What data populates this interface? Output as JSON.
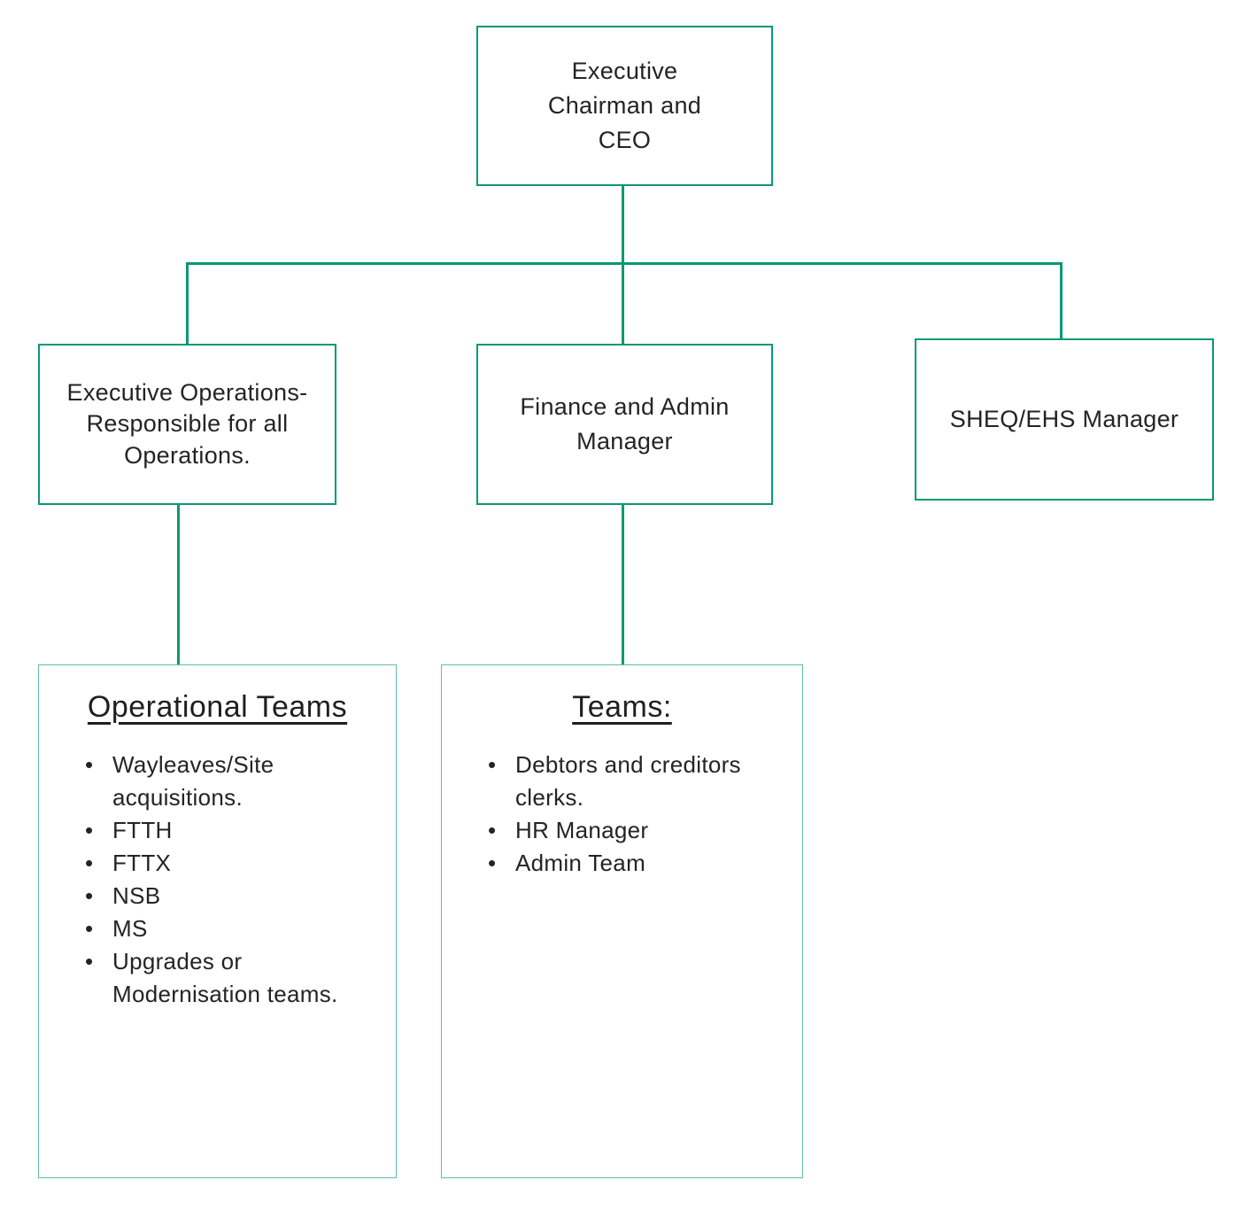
{
  "colors": {
    "connector": "#089974",
    "node_border": "#089974",
    "leaf_border": "#5fbea5",
    "text": "#242424"
  },
  "nodes": {
    "root": {
      "label": "Executive Chairman and CEO"
    },
    "ops": {
      "label": "Executive Operations-Responsible for all Operations."
    },
    "finance": {
      "label": "Finance and Admin Manager"
    },
    "sheq": {
      "label": "SHEQ/EHS Manager"
    }
  },
  "leaves": {
    "operational_teams": {
      "heading": "Operational Teams",
      "items": [
        "Wayleaves/Site acquisitions.",
        "FTTH",
        "FTTX",
        "NSB",
        "MS",
        "Upgrades or Modernisation teams."
      ]
    },
    "finance_teams": {
      "heading": "Teams:",
      "items": [
        "Debtors and creditors clerks.",
        "HR Manager",
        "Admin Team"
      ]
    }
  }
}
